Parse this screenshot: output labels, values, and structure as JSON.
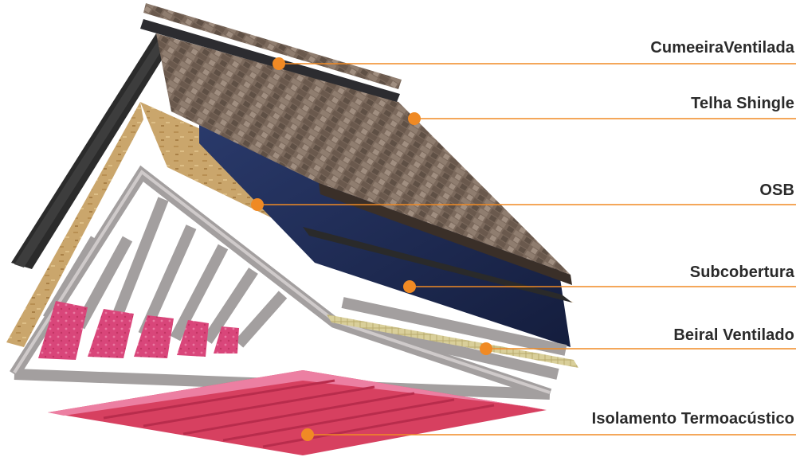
{
  "colors": {
    "accent": "#f08a24",
    "label_text": "#2a2a2a",
    "shingle": "#7a675a",
    "osb": "#c9a56a",
    "underlayment": "#1d2a4e",
    "truss": "#9a9696",
    "insulation": "#d9486e"
  },
  "labels": [
    {
      "text": "CumeeiraVentilada",
      "layer": "ridge-vent"
    },
    {
      "text": "Telha Shingle",
      "layer": "shingle"
    },
    {
      "text": "OSB",
      "layer": "osb"
    },
    {
      "text": "Subcobertura",
      "layer": "underlayment"
    },
    {
      "text": "Beiral Ventilado",
      "layer": "soffit-vent"
    },
    {
      "text": "Isolamento Termoacústico",
      "layer": "insulation"
    }
  ]
}
